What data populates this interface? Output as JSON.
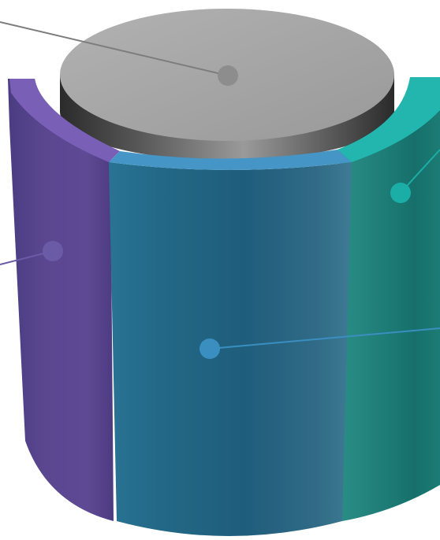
{
  "diagram": {
    "colors": {
      "background": "#ffffff",
      "disc_top": "#a6a6a6",
      "disc_rim_dark": "#2e2e2e",
      "disc_rim_light": "#8e8e8e",
      "purple_segment": "#5a4790",
      "purple_segment_top": "#7b5fb8",
      "blue_segment": "#23647f",
      "blue_segment_top": "#4596c6",
      "teal_segment": "#1a7d76",
      "teal_segment_top": "#22b8b0",
      "dot_gray": "#8d8d8d",
      "dot_purple": "#6b5ba6",
      "dot_blue": "#3a8fc0",
      "dot_teal": "#1aaea6",
      "leader_gray": "#7d7d7d",
      "leader_purple": "#6b5ba6",
      "leader_blue": "#3a8fc0",
      "leader_teal": "#1aaea6"
    },
    "parts": [
      {
        "id": "center-disc",
        "label": "",
        "color_key": "dot_gray"
      },
      {
        "id": "purple-segment",
        "label": "",
        "color_key": "dot_purple"
      },
      {
        "id": "blue-segment",
        "label": "",
        "color_key": "dot_blue"
      },
      {
        "id": "teal-segment",
        "label": "",
        "color_key": "dot_teal"
      }
    ]
  }
}
